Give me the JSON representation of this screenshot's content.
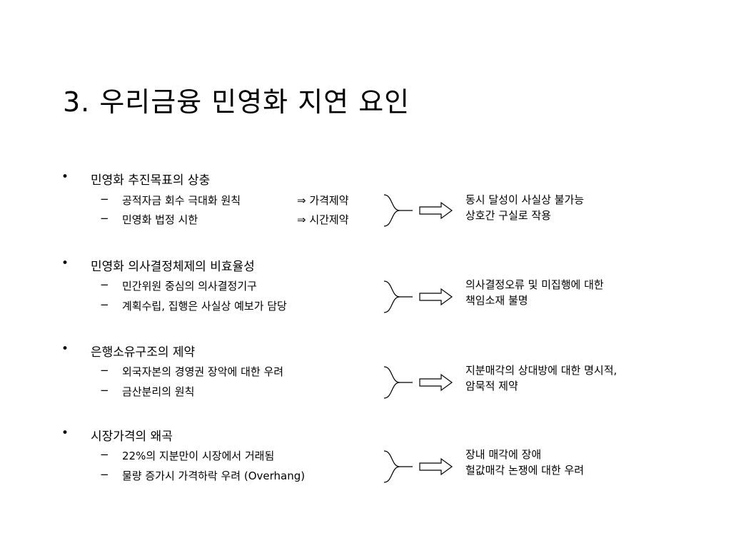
{
  "title": "3. 우리금융 민영화 지연 요인",
  "sections": [
    {
      "bullet": "•",
      "heading": "민영화 추진목표의 상충",
      "items": [
        {
          "dash": "−",
          "text": "공적자금 회수 극대화 원칙",
          "arrow": "⇒ 가격제약"
        },
        {
          "dash": "−",
          "text": "민영화 법정 시한",
          "arrow": "⇒ 시간제약"
        }
      ],
      "result": [
        "동시 달성이 사실상 불가능",
        "상호간 구실로 작용"
      ]
    },
    {
      "bullet": "•",
      "heading": "민영화 의사결정체제의 비효율성",
      "items": [
        {
          "dash": "−",
          "text": "민간위원 중심의 의사결정기구"
        },
        {
          "dash": "−",
          "text": "계획수립, 집행은 사실상 예보가 담당"
        }
      ],
      "result": [
        "의사결정오류 및 미집행에 대한",
        "책임소재 불명"
      ]
    },
    {
      "bullet": "•",
      "heading": "은행소유구조의 제약",
      "items": [
        {
          "dash": "−",
          "text": "외국자본의 경영권 장악에 대한 우려"
        },
        {
          "dash": "−",
          "text": "금산분리의 원칙"
        }
      ],
      "result": [
        "지분매각의 상대방에 대한 명시적,",
        "암묵적 제약"
      ]
    },
    {
      "bullet": "•",
      "heading": "시장가격의 왜곡",
      "items": [
        {
          "dash": "−",
          "text": "22%의 지분만이 시장에서 거래됨"
        },
        {
          "dash": "−",
          "text": "물량 증가시 가격하락 우려 (Overhang)"
        }
      ],
      "result": [
        "장내 매각에 장애",
        "헐값매각 논쟁에 대한 우려"
      ]
    }
  ]
}
